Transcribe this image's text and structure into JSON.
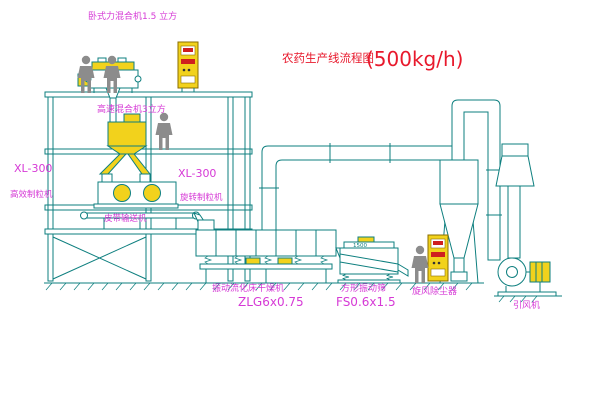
{
  "title": {
    "text": "农药生产线流程图",
    "capacity": "(500kg/h)"
  },
  "labels": {
    "horizontal_mixer": "卧式力混合机1.5 立方",
    "high_speed_mixer": "高速混合机3立方",
    "granulator_left_model": "XL-300",
    "granulator_left_name": "高效制粒机",
    "granulator_mid_model": "XL-300",
    "granulator_mid_name": "旋转制粒机",
    "belt_conveyor": "皮带输送机",
    "dryer_name": "振动流化床干燥机",
    "dryer_model": "ZLG6x0.75",
    "screen_name": "方形振动筛",
    "screen_model": "FS0.6x1.5",
    "cyclone": "旋风除尘器",
    "fan": "引风机",
    "screen_dimension": "1500"
  },
  "colors": {
    "line": "#0e7f7f",
    "equipment_fill": "#f2d21c",
    "label": "#d63ad6",
    "title": "#e8192c",
    "figure": "#8c8c8c",
    "display": "#cf1f1f",
    "background": "#ffffff"
  }
}
